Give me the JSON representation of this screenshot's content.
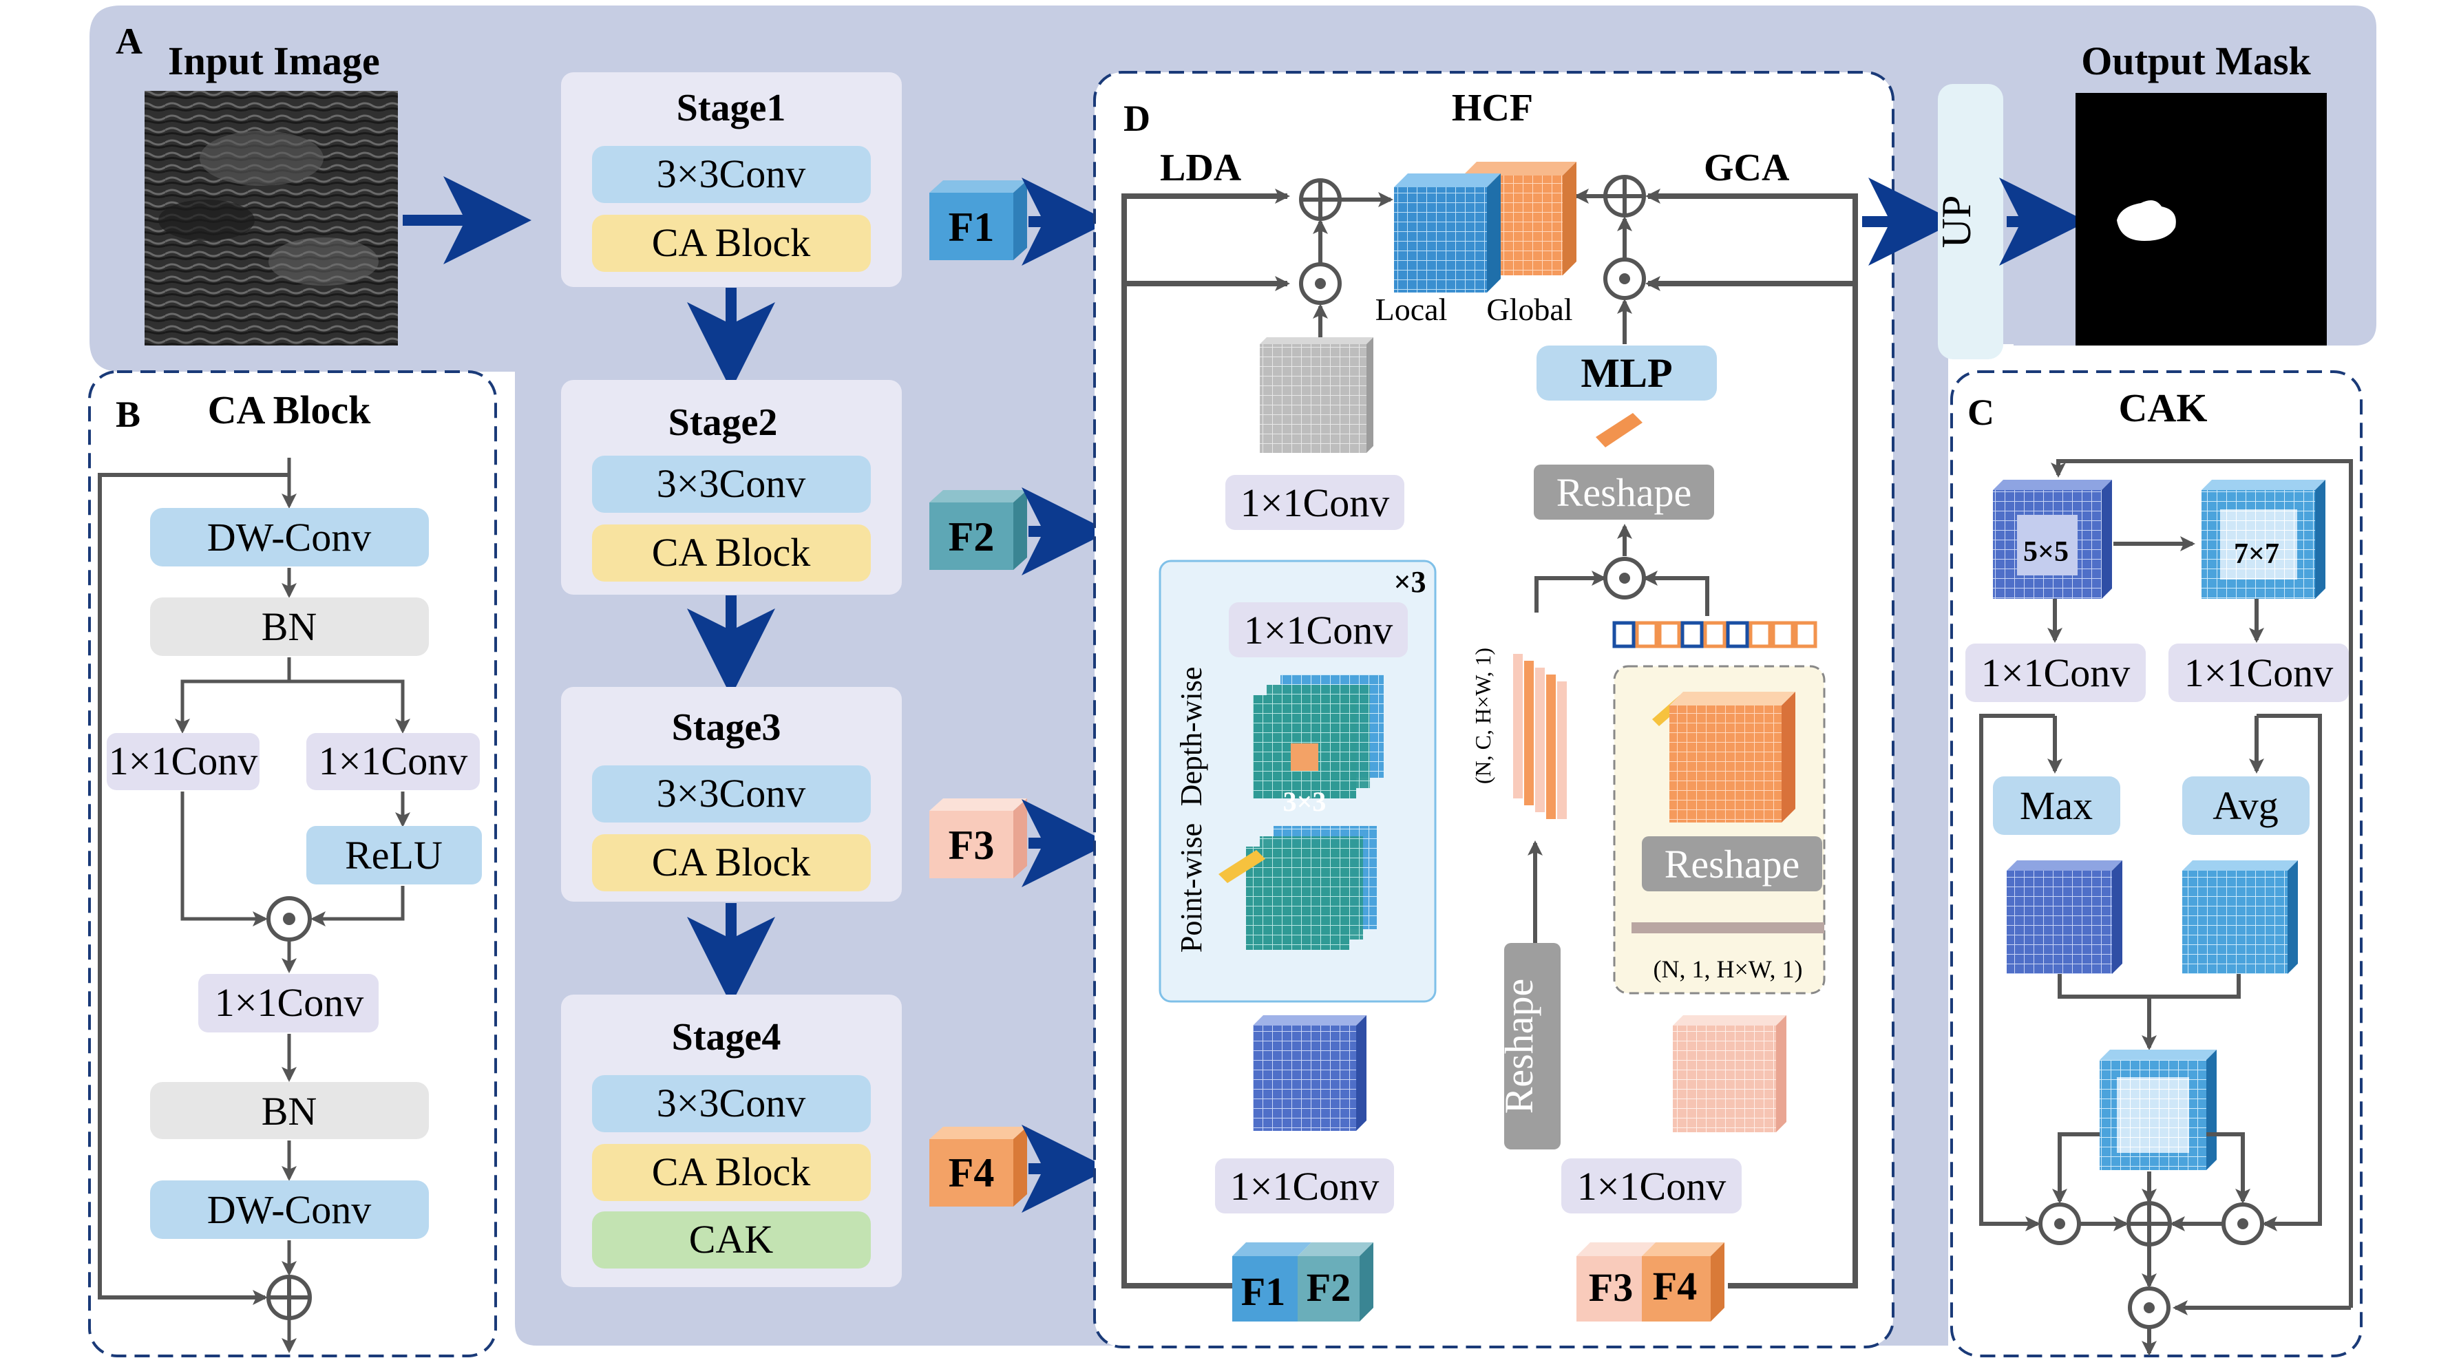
{
  "panels": {
    "a_letter": "A",
    "b_letter": "B",
    "c_letter": "C",
    "d_letter": "D"
  },
  "input_image_title": "Input Image",
  "output_mask_title": "Output Mask",
  "up_label": "UP",
  "stages": [
    {
      "title": "Stage1",
      "conv": "3×3Conv",
      "ca": "CA Block",
      "feature": "F1"
    },
    {
      "title": "Stage2",
      "conv": "3×3Conv",
      "ca": "CA Block",
      "feature": "F2"
    },
    {
      "title": "Stage3",
      "conv": "3×3Conv",
      "ca": "CA Block",
      "feature": "F3"
    },
    {
      "title": "Stage4",
      "conv": "3×3Conv",
      "ca": "CA Block",
      "cak": "CAK",
      "feature": "F4"
    }
  ],
  "ca_block": {
    "title": "CA Block",
    "dwconv1": "DW-Conv",
    "bn1": "BN",
    "conv_left": "1×1Conv",
    "conv_right": "1×1Conv",
    "relu": "ReLU",
    "conv_mid": "1×1Conv",
    "bn2": "BN",
    "dwconv2": "DW-Conv"
  },
  "hcf": {
    "title": "HCF",
    "lda": "LDA",
    "gca": "GCA",
    "local": "Local",
    "global": "Global",
    "conv_top": "1×1Conv",
    "mlp": "MLP",
    "reshape_top": "Reshape",
    "repeat": "×3",
    "conv_inner": "1×1Conv",
    "depthwise": "Depth-wise",
    "pointwise": "Point-wise",
    "kernel": "3×3",
    "shape_left": "(N, C, H×W, 1)",
    "reshape_inner": "Reshape",
    "shape_bottom": "(N, 1, H×W, 1)",
    "reshape_vertical": "Reshape",
    "conv_bottom_left": "1×1Conv",
    "conv_bottom_right": "1×1Conv",
    "f1": "F1",
    "f2": "F2",
    "f3": "F3",
    "f4": "F4"
  },
  "cak": {
    "title": "CAK",
    "k5": "5×5",
    "k7": "7×7",
    "conv_left": "1×1Conv",
    "conv_right": "1×1Conv",
    "max": "Max",
    "avg": "Avg"
  },
  "colors": {
    "panel_bg": "#c6cde3",
    "box_blue": "#b9d9f0",
    "box_yellow": "#f8e3a0",
    "box_green": "#c3e3b2",
    "box_gray": "#e6e6e6",
    "box_lavender": "#e2e0f1",
    "arrow_blue": "#0c3a8f",
    "dash_blue": "#1a3a78"
  }
}
